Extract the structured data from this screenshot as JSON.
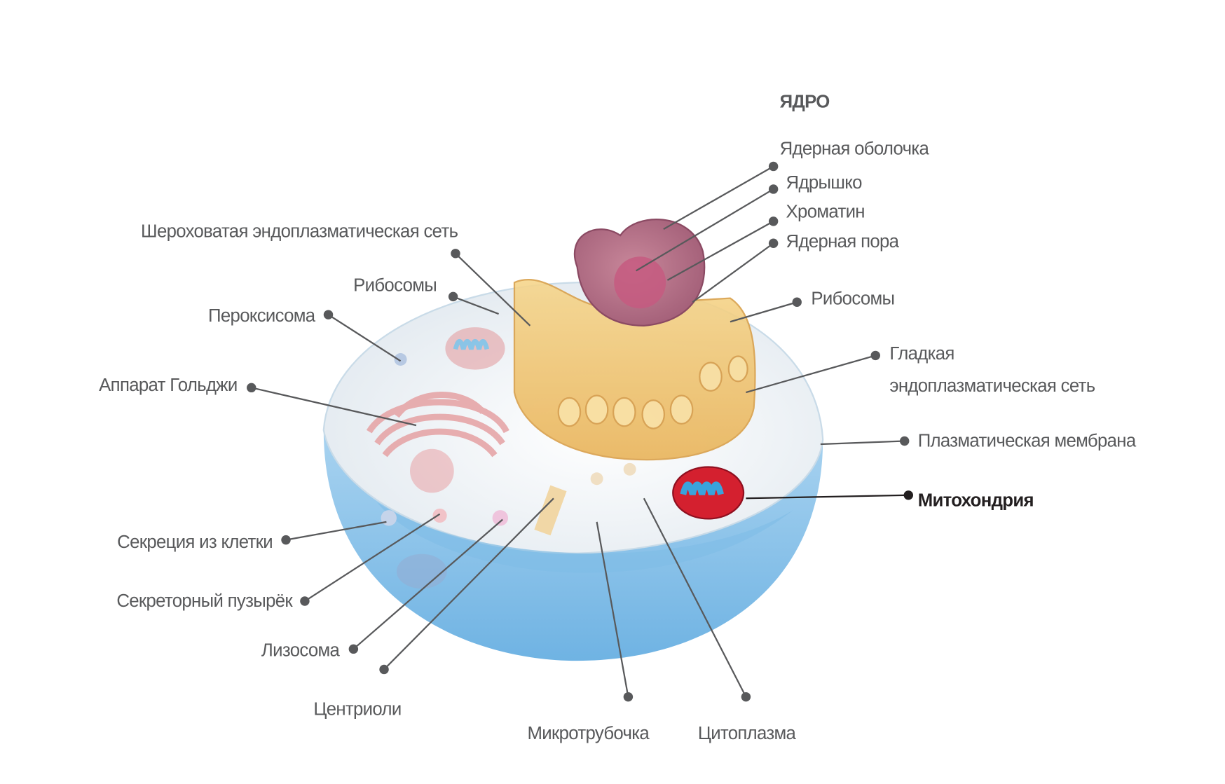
{
  "diagram": {
    "nucleus_heading": "ЯДРО",
    "labels": {
      "nuclear_envelope": "Ядерная оболочка",
      "nucleolus": "Ядрышко",
      "chromatin": "Хроматин",
      "nuclear_pore": "Ядерная пора",
      "ribosomes_right": "Рибосомы",
      "smooth_er_line1": "Гладкая",
      "smooth_er_line2": "эндоплазматическая сеть",
      "plasma_membrane": "Плазматическая мембрана",
      "mitochondrion": "Митохондрия",
      "rough_er": "Шероховатая эндоплазматическая сеть",
      "ribosomes_left": "Рибосомы",
      "peroxisome": "Пероксисома",
      "golgi": "Аппарат Гольджи",
      "secretion": "Секреция из клетки",
      "secretory_vesicle": "Секреторный пузырёк",
      "lysosome": "Лизосома",
      "centrioles": "Центриоли",
      "microtubule": "Микротрубочка",
      "cytoplasm": "Цитоплазма"
    },
    "colors": {
      "label_text": "#58595b",
      "highlight_text": "#231f20",
      "cell_body": "#8ec5ea",
      "cytoplasm_top": "#eef2f5",
      "er": "#f2c872",
      "nucleus": "#b77289",
      "mitochondrion": "#d4202f"
    }
  }
}
